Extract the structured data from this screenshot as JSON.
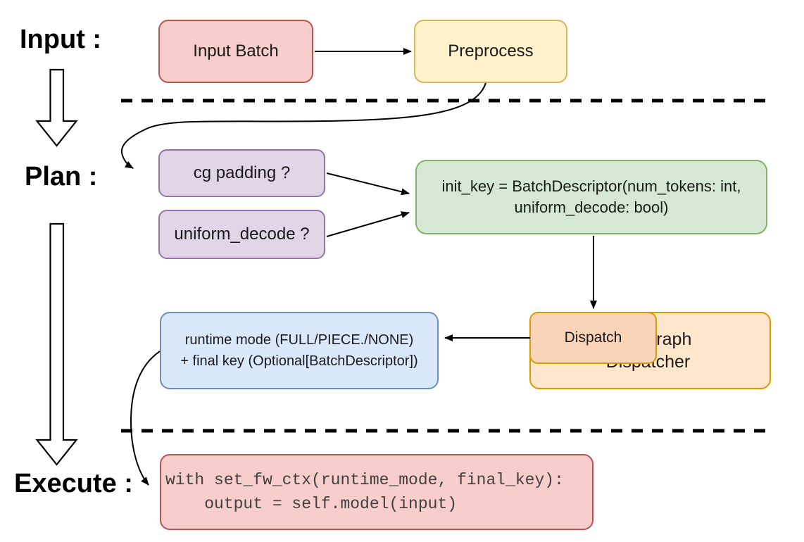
{
  "diagram": {
    "phases": {
      "input": "Input :",
      "plan": "Plan :",
      "execute": "Execute :"
    },
    "nodes": {
      "input_batch": {
        "label": "Input Batch",
        "fill": "#f8cecc",
        "stroke": "#b85450"
      },
      "preprocess": {
        "label": "Preprocess",
        "fill": "#fff2cc",
        "stroke": "#d6b656"
      },
      "cg_padding": {
        "label": "cg padding ?",
        "fill": "#e1d5e7",
        "stroke": "#9673a6"
      },
      "uniform_decode": {
        "label": "uniform_decode ?",
        "fill": "#e1d5e7",
        "stroke": "#9673a6"
      },
      "init_key": {
        "line1": "init_key = BatchDescriptor(num_tokens: int,",
        "line2": "uniform_decode: bool)",
        "fill": "#d5e8d4",
        "stroke": "#82b366"
      },
      "dispatch": {
        "label": "Dispatch",
        "fill": "#fad4b8",
        "stroke": "#d79b00"
      },
      "cudagraph_dispatcher": {
        "label": "Cudagraph Dispatcher",
        "fill": "#ffe6cc",
        "stroke": "#d79b00"
      },
      "runtime_mode": {
        "line1": "runtime mode (FULL/PIECE./NONE)",
        "line2": "+ final key (Optional[BatchDescriptor])",
        "fill": "#dae8fc",
        "stroke": "#6c8ebf"
      },
      "execute_code": {
        "line1": "with set_fw_ctx(runtime_mode, final_key):",
        "line2": "    output = self.model(input)",
        "fill": "#f8cecc",
        "stroke": "#b85450"
      }
    },
    "colors": {
      "arrow": "#000000",
      "dashed_divider": "#000000",
      "background": "#ffffff"
    }
  }
}
